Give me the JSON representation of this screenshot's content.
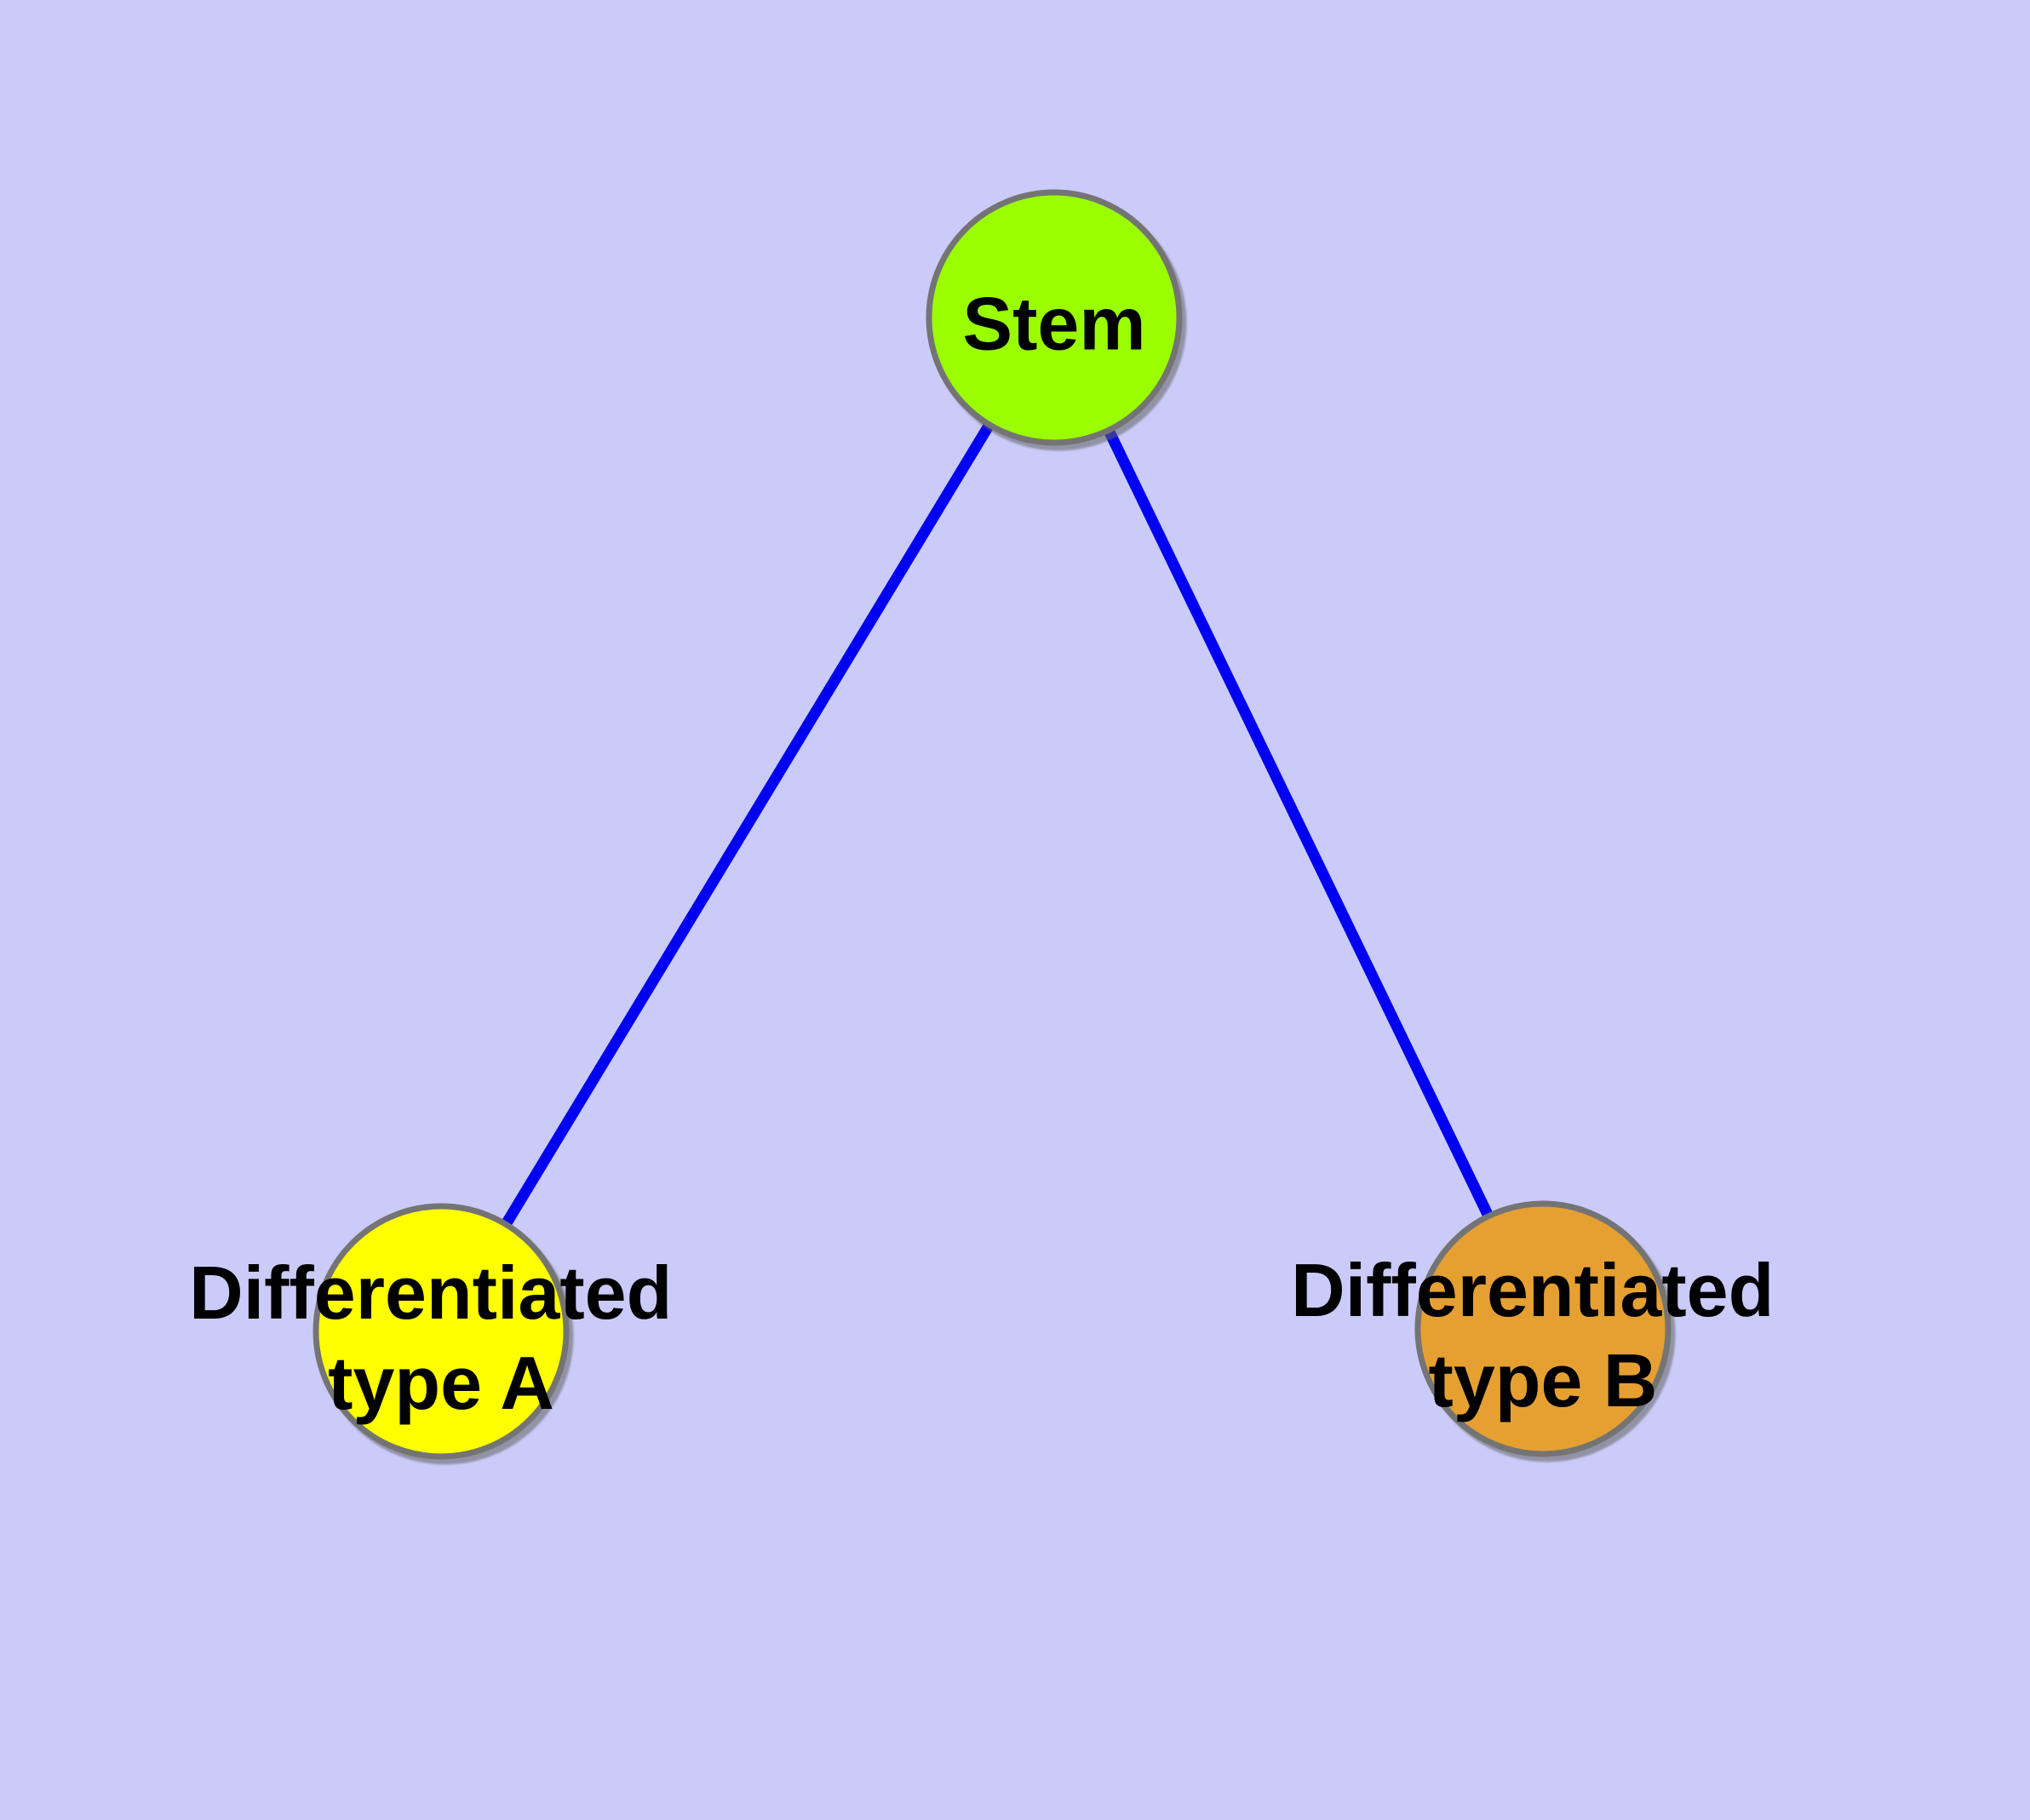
{
  "canvas": {
    "background_color": "#CBCBF9",
    "edge_color": "#0000F2",
    "node_border_color": "#747474",
    "text_color": "#000000"
  },
  "nodes": {
    "stem": {
      "label": "Stem",
      "fill_color": "#9AFE00"
    },
    "type_a": {
      "line1": "Differentiated",
      "line2": "type A",
      "full_label": "Differentiated type A",
      "fill_color": "#FFFF00"
    },
    "type_b": {
      "line1": "Differentiated",
      "line2": "type B",
      "full_label": "Differentiated type B",
      "fill_color": "#E6A032"
    }
  },
  "edges": [
    {
      "from": "Stem",
      "to": "Differentiated type A"
    },
    {
      "from": "Stem",
      "to": "Differentiated type B"
    }
  ]
}
